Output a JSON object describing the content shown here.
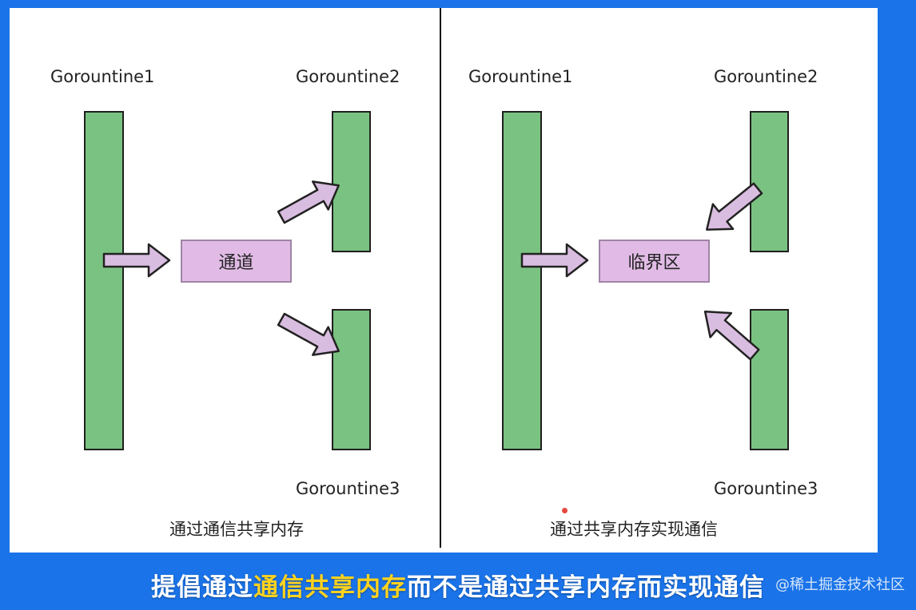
{
  "left_panel": {
    "goroutine1": "Gorountine1",
    "goroutine2": "Gorountine2",
    "goroutine3": "Gorountine3",
    "center_box": "通道",
    "caption": "通过通信共享内存"
  },
  "right_panel": {
    "goroutine1": "Gorountine1",
    "goroutine2": "Gorountine2",
    "goroutine3": "Gorountine3",
    "center_box": "临界区",
    "caption": "通过共享内存实现通信"
  },
  "subtitle": {
    "before": "提倡通过",
    "highlight": "通信共享内存",
    "after": "而不是通过共享内存而实现通信"
  },
  "watermark": "@稀土掘金技术社区",
  "colors": {
    "background": "#1a73e8",
    "bar_fill": "#7ac281",
    "box_fill": "#e1bbe6",
    "arrow_fill": "#d9bde0",
    "highlight": "#ffd21f"
  }
}
